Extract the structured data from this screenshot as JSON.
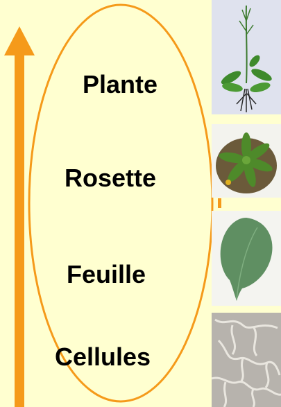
{
  "colors": {
    "background": "#ffffd0",
    "arrow": "#f59a1a",
    "ellipse": "#f59a1a"
  },
  "levels": [
    {
      "label": "Plante",
      "image": "whole-plant-photo"
    },
    {
      "label": "Rosette",
      "image": "rosette-pot-photo"
    },
    {
      "label": "Feuille",
      "image": "leaf-photo"
    },
    {
      "label": "Cellules",
      "image": "cells-micrograph"
    }
  ]
}
